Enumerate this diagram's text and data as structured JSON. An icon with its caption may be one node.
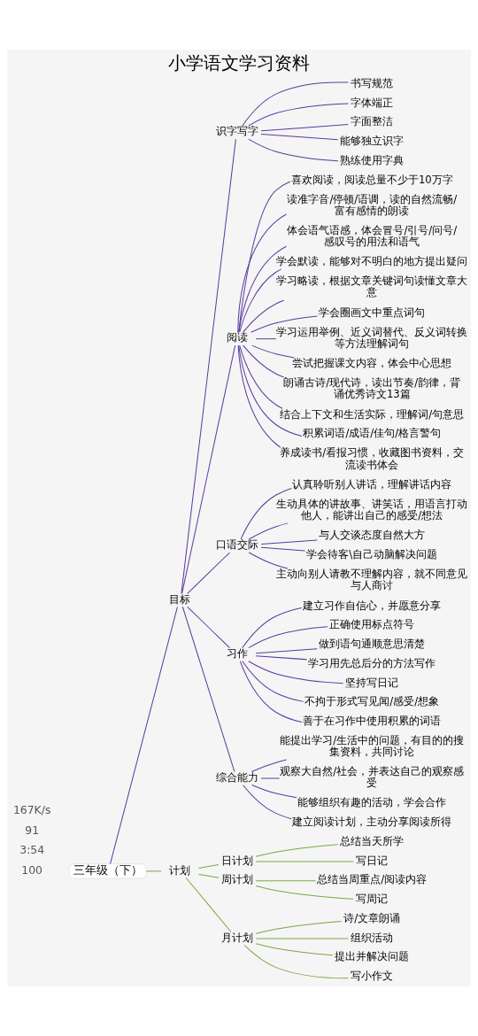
{
  "diagram": {
    "title": "小学语文学习资料",
    "nodes": [
      {
        "text": [
          "三年级（下）"
        ]
      },
      {
        "text": [
          "目标"
        ]
      },
      {
        "text": [
          "识字写字"
        ]
      },
      {
        "text": [
          "书写规范"
        ]
      },
      {
        "text": [
          "字体端正"
        ]
      },
      {
        "text": [
          "字面整洁"
        ]
      },
      {
        "text": [
          "能够独立识字"
        ]
      },
      {
        "text": [
          "熟练使用字典"
        ]
      },
      {
        "text": [
          "阅读"
        ]
      },
      {
        "text": [
          "喜欢阅读，阅读总量不少于10万字"
        ]
      },
      {
        "text": [
          "读准字音/停顿/语调，读的自然流畅/富有感情的朗读"
        ]
      },
      {
        "text": [
          "体会语气语感，体会冒号/引号/问号/感叹号的用法和语气"
        ]
      },
      {
        "text": [
          "学会默读，能够对不明白的地方提出疑问"
        ]
      },
      {
        "text": [
          "学习略读，根据文章关键词句读懂文章大意"
        ]
      },
      {
        "text": [
          "学会圈画文中重点词句"
        ]
      },
      {
        "text": [
          "学习运用举例、近义词替代、反义词转换等方法理解词句"
        ]
      },
      {
        "text": [
          "尝试把握课文内容，体会中心思想"
        ]
      },
      {
        "text": [
          "朗诵古诗/现代诗，读出节奏/韵律，背诵优秀诗文13篇"
        ]
      },
      {
        "text": [
          "结合上下文和生活实际，理解词/句意思"
        ]
      },
      {
        "text": [
          "积累词语/成语/佳句/格言警句"
        ]
      },
      {
        "text": [
          "养成读书/看报习惯，收藏图书资料，交流读书体会"
        ]
      },
      {
        "text": [
          "口语交际"
        ]
      },
      {
        "text": [
          "认真聆听别人讲话，理解讲话内容"
        ]
      },
      {
        "text": [
          "生动具体的讲故事、讲笑话，用语言打动他人，能讲出自己的感受/想法"
        ]
      },
      {
        "text": [
          "与人交谈态度自然大方"
        ]
      },
      {
        "text": [
          "学会待客\\自己动脑解决问题"
        ]
      },
      {
        "text": [
          "主动向别人请教不理解内容，就不同意见与人商讨"
        ]
      },
      {
        "text": [
          "习作"
        ]
      },
      {
        "text": [
          "建立习作自信心，并愿意分享"
        ]
      },
      {
        "text": [
          "正确使用标点符号"
        ]
      },
      {
        "text": [
          "做到语句通顺意思清楚"
        ]
      },
      {
        "text": [
          "学习用先总后分的方法写作"
        ]
      },
      {
        "text": [
          "坚持写日记"
        ]
      },
      {
        "text": [
          "不拘于形式写见闻/感受/想象"
        ]
      },
      {
        "text": [
          "善于在习作中使用积累的词语"
        ]
      },
      {
        "text": [
          "综合能力"
        ]
      },
      {
        "text": [
          "能提出学习/生活中的问题，有目的的搜集资料，共同讨论"
        ]
      },
      {
        "text": [
          "观察大自然/社会，并表达自己的观察感受"
        ]
      },
      {
        "text": [
          "能够组织有趣的活动，学会合作"
        ]
      },
      {
        "text": [
          "建立阅读计划，主动分享阅读所得"
        ]
      },
      {
        "text": [
          "计划"
        ]
      },
      {
        "text": [
          "日计划"
        ]
      },
      {
        "text": [
          "总结当天所学"
        ]
      },
      {
        "text": [
          "写日记"
        ]
      },
      {
        "text": [
          "周计划"
        ]
      },
      {
        "text": [
          "总结当周重点/阅读内容"
        ]
      },
      {
        "text": [
          "写周记"
        ]
      },
      {
        "text": [
          "月计划"
        ]
      },
      {
        "text": [
          "诗/文章朗诵"
        ]
      },
      {
        "text": [
          "组织活动"
        ]
      },
      {
        "text": [
          "提出并解决问题"
        ]
      },
      {
        "text": [
          "写小作文"
        ]
      }
    ],
    "edges": [
      {
        "from": 0,
        "to": 1,
        "arrow": "none"
      },
      {
        "from": 1,
        "to": 2,
        "arrow": "none"
      },
      {
        "from": 2,
        "to": 3,
        "arrow": "none"
      },
      {
        "from": 2,
        "to": 4,
        "arrow": "none"
      },
      {
        "from": 2,
        "to": 5,
        "arrow": "none"
      },
      {
        "from": 2,
        "to": 6,
        "arrow": "none"
      },
      {
        "from": 2,
        "to": 7,
        "arrow": "none"
      },
      {
        "from": 1,
        "to": 8,
        "arrow": "none"
      },
      {
        "from": 8,
        "to": 9,
        "arrow": "none"
      },
      {
        "from": 8,
        "to": 10,
        "arrow": "none"
      },
      {
        "from": 8,
        "to": 11,
        "arrow": "none"
      },
      {
        "from": 8,
        "to": 12,
        "arrow": "none"
      },
      {
        "from": 8,
        "to": 13,
        "arrow": "none"
      },
      {
        "from": 8,
        "to": 14,
        "arrow": "none"
      },
      {
        "from": 8,
        "to": 15,
        "arrow": "none"
      },
      {
        "from": 8,
        "to": 16,
        "arrow": "none"
      },
      {
        "from": 8,
        "to": 17,
        "arrow": "none"
      },
      {
        "from": 8,
        "to": 18,
        "arrow": "none"
      },
      {
        "from": 8,
        "to": 19,
        "arrow": "none"
      },
      {
        "from": 8,
        "to": 20,
        "arrow": "none"
      },
      {
        "from": 1,
        "to": 21,
        "arrow": "none"
      },
      {
        "from": 21,
        "to": 22,
        "arrow": "none"
      },
      {
        "from": 21,
        "to": 23,
        "arrow": "none"
      },
      {
        "from": 21,
        "to": 24,
        "arrow": "none"
      },
      {
        "from": 21,
        "to": 25,
        "arrow": "none"
      },
      {
        "from": 21,
        "to": 26,
        "arrow": "none"
      },
      {
        "from": 1,
        "to": 27,
        "arrow": "none"
      },
      {
        "from": 27,
        "to": 28,
        "arrow": "none"
      },
      {
        "from": 27,
        "to": 29,
        "arrow": "none"
      },
      {
        "from": 27,
        "to": 30,
        "arrow": "none"
      },
      {
        "from": 27,
        "to": 31,
        "arrow": "none"
      },
      {
        "from": 27,
        "to": 32,
        "arrow": "none"
      },
      {
        "from": 27,
        "to": 33,
        "arrow": "none"
      },
      {
        "from": 27,
        "to": 34,
        "arrow": "none"
      },
      {
        "from": 1,
        "to": 35,
        "arrow": "none"
      },
      {
        "from": 35,
        "to": 36,
        "arrow": "none"
      },
      {
        "from": 35,
        "to": 37,
        "arrow": "none"
      },
      {
        "from": 35,
        "to": 38,
        "arrow": "none"
      },
      {
        "from": 35,
        "to": 39,
        "arrow": "none"
      },
      {
        "from": 0,
        "to": 40,
        "arrow": "none",
        "color": "#7aa843"
      },
      {
        "from": 40,
        "to": 41,
        "arrow": "none",
        "color": "#7aa843"
      },
      {
        "from": 41,
        "to": 42,
        "arrow": "none",
        "color": "#7aa843"
      },
      {
        "from": 41,
        "to": 43,
        "arrow": "none",
        "color": "#7aa843"
      },
      {
        "from": 40,
        "to": 44,
        "arrow": "none",
        "color": "#7aa843"
      },
      {
        "from": 44,
        "to": 45,
        "arrow": "none",
        "color": "#7aa843"
      },
      {
        "from": 44,
        "to": 46,
        "arrow": "none",
        "color": "#7aa843"
      },
      {
        "from": 40,
        "to": 47,
        "arrow": "none",
        "color": "#7aa843"
      },
      {
        "from": 47,
        "to": 48,
        "arrow": "none",
        "color": "#7aa843"
      },
      {
        "from": 47,
        "to": 49,
        "arrow": "none",
        "color": "#7aa843"
      },
      {
        "from": 47,
        "to": 50,
        "arrow": "none",
        "color": "#7aa843"
      },
      {
        "from": 47,
        "to": 51,
        "arrow": "none",
        "color": "#7aa843"
      }
    ],
    "labels": [
      "167K/s",
      "91",
      "3:54",
      "100"
    ]
  }
}
